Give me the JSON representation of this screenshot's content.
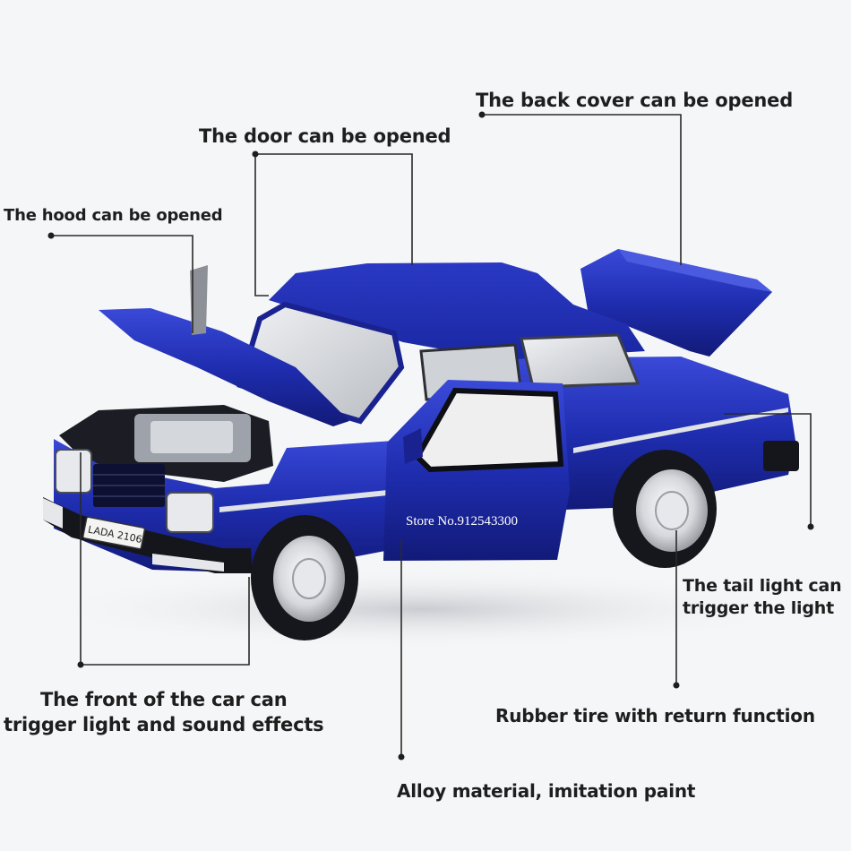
{
  "annotations": {
    "back_cover": "The back cover can be opened",
    "door": "The door can be opened",
    "hood": "The hood can be opened",
    "tail_light": [
      "The tail light can",
      "trigger the light"
    ],
    "front": [
      "The front of the car can",
      "trigger light and sound effects"
    ],
    "tire": "Rubber tire with return function",
    "alloy": "Alloy material, imitation paint"
  },
  "plate_text": "LADA 2106",
  "watermark": "Store No.912543300",
  "colors": {
    "body": "#1f2db0",
    "background": "#f5f6f7",
    "text": "#1e1e1e"
  }
}
